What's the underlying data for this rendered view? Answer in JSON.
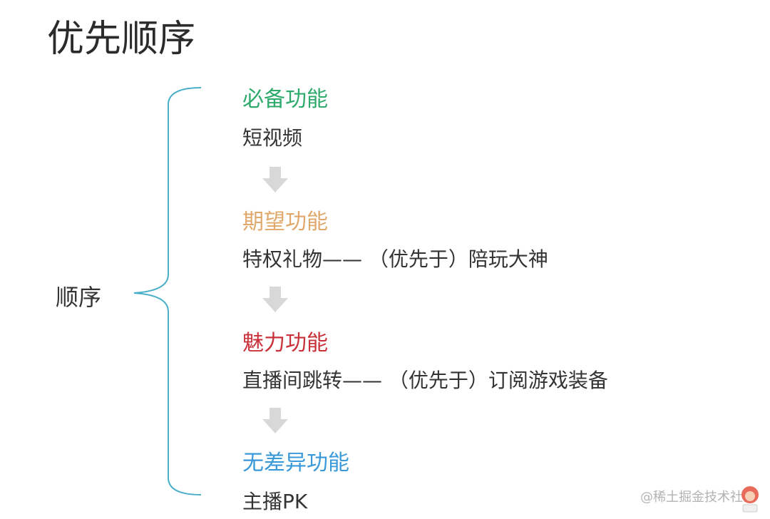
{
  "title": "优先顺序",
  "side_label": "顺序",
  "tiers": [
    {
      "name": "必备功能",
      "color": "#2eaa6c",
      "desc": "短视频"
    },
    {
      "name": "期望功能",
      "color": "#e0a86a",
      "desc": "特权礼物—— （优先于）陪玩大神"
    },
    {
      "name": "魅力功能",
      "color": "#c8303a",
      "desc": "直播间跳转—— （优先于）订阅游戏装备"
    },
    {
      "name": "无差异功能",
      "color": "#3a9ad9",
      "desc": "主播PK"
    }
  ],
  "arrow_icon": "down-arrow-icon",
  "watermark": "@稀土掘金技术社区",
  "colors": {
    "brace": "#4aaec8",
    "arrow": "#d8d8d8"
  }
}
